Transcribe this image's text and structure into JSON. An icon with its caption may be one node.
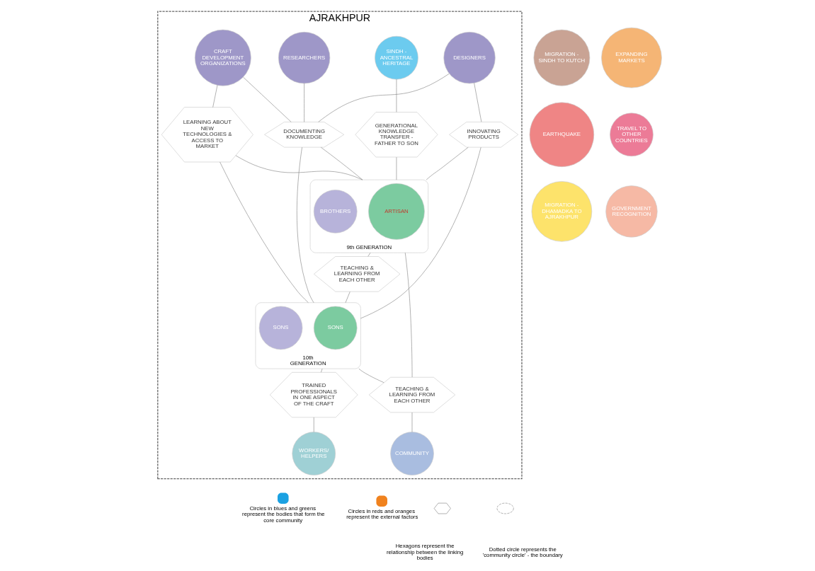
{
  "diagram": {
    "nodes": [
      {
        "text": [
          "AJRAKHPUR"
        ]
      },
      {
        "text": [
          "MIGRATION - SINDH TO KUTCH"
        ]
      },
      {
        "text": [
          "EARTHQUAKE"
        ]
      },
      {
        "text": [
          "MIGRATION - DHAMADKA TO AJRAKHPUR"
        ]
      },
      {
        "text": [
          "CRAFT DEVELOPMENT ORGANIZATIONS"
        ],
        "in": 0
      },
      {
        "text": [
          "RESEARCHERS"
        ],
        "in": 0
      },
      {
        "text": [
          "DESIGNERS"
        ],
        "in": 0
      },
      {
        "text": [
          "LEARNING ABOUT NEW TECHNOLOGIES & ACCESS TO MARKET"
        ],
        "in": 0
      },
      {
        "text": [
          "DOCUMENTING KNOWLEDGE"
        ],
        "in": 0
      },
      {
        "text": [
          "INNOVATING PRODUCTS"
        ],
        "in": 0
      },
      {
        "text": [
          "SINDH - ANCESTRAL HERITAGE"
        ],
        "in": 0
      },
      {
        "text": [
          "GENERATIONAL KNOWLEDGE TRANSFER - FATHER TO SON"
        ],
        "in": 0
      },
      {
        "text": [
          "9th GENERATION"
        ],
        "in": 0
      },
      {
        "text": [
          "ARTISAN"
        ],
        "in": 12
      },
      {
        "text": [
          "BROTHERS"
        ],
        "in": 12
      },
      {
        "text": [
          "TEACHING & LEARNING FROM EACH OTHER"
        ],
        "in": 0
      },
      {
        "text": [
          "10th GENERATION"
        ],
        "in": 0
      },
      {
        "text": [
          "SONS"
        ],
        "in": 16
      },
      {
        "text": [
          "SONS"
        ],
        "in": 16
      },
      {
        "text": [
          "TRAINED PROFESSIONALS IN ONE ASPECT OF THE CRAFT"
        ],
        "in": 0
      },
      {
        "text": [
          "WORKERS/ HELPERS"
        ],
        "in": 0
      },
      {
        "text": [
          "TEACHING & LEARNING FROM EACH OTHER"
        ],
        "in": 0
      },
      {
        "text": [
          "COMMUNITY"
        ],
        "in": 0
      },
      {
        "text": [
          "EXPANDING MARKETS"
        ]
      },
      {
        "text": [
          "TRAVEL TO OTHER COUNTRIES"
        ]
      },
      {
        "text": [
          "GOVERNMENT RECOGNITION"
        ]
      }
    ],
    "edges": [
      {
        "from": 4,
        "to": 7,
        "arrow": "none"
      },
      {
        "from": 4,
        "to": 8,
        "arrow": "none"
      },
      {
        "from": 5,
        "to": 8,
        "arrow": "none"
      },
      {
        "from": 6,
        "to": 8,
        "arrow": "none"
      },
      {
        "from": 6,
        "to": 9,
        "arrow": "none"
      },
      {
        "from": 7,
        "to": 12,
        "arrow": "none"
      },
      {
        "from": 7,
        "to": 16,
        "arrow": "none"
      },
      {
        "from": 8,
        "to": 12,
        "arrow": "none"
      },
      {
        "from": 8,
        "to": 16,
        "arrow": "none"
      },
      {
        "from": 9,
        "to": 12,
        "arrow": "none"
      },
      {
        "from": 9,
        "to": 16,
        "arrow": "none"
      },
      {
        "from": 10,
        "to": 11,
        "arrow": "none"
      },
      {
        "from": 11,
        "to": 12,
        "arrow": "none"
      },
      {
        "from": 12,
        "to": 15,
        "arrow": "none"
      },
      {
        "from": 15,
        "to": 16,
        "arrow": "none"
      },
      {
        "from": 16,
        "to": 19,
        "arrow": "none"
      },
      {
        "from": 19,
        "to": 20,
        "arrow": "none"
      },
      {
        "from": 12,
        "to": 21,
        "arrow": "none"
      },
      {
        "from": 16,
        "to": 21,
        "arrow": "none"
      },
      {
        "from": 21,
        "to": 22,
        "arrow": "none"
      }
    ],
    "legend": [
      {
        "text": "Circles in blues and greens represent the bodies that form the core community",
        "color": "#1ba1e2"
      },
      {
        "text": "Circles in reds and oranges represent the external factors",
        "color": "#f0821e"
      },
      {
        "text": "Hexagons represent the relationship between the linking bodies"
      },
      {
        "text": "Dotted circle represents the 'community circle' - the boundary"
      }
    ]
  }
}
